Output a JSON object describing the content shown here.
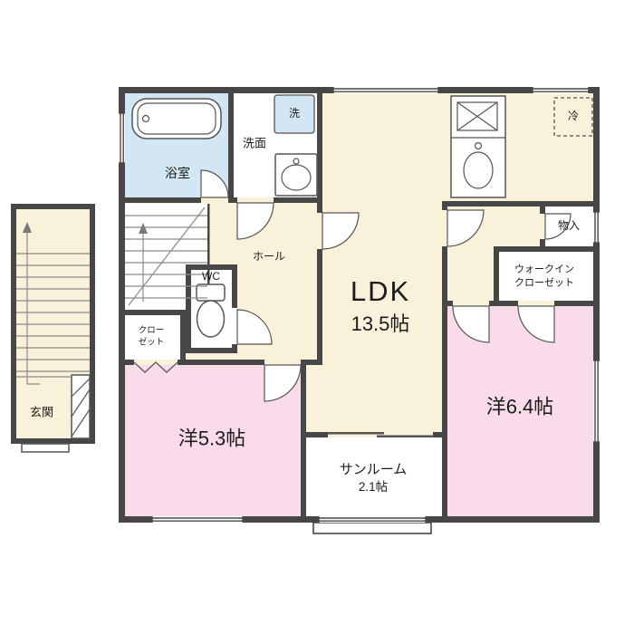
{
  "floorplan": {
    "labels": {
      "bath": "浴室",
      "washroom": "洗面",
      "washer": "洗",
      "fridge": "冷",
      "ldk_name": "LDK",
      "ldk_size": "13.5帖",
      "storage": "物入",
      "wic_line1": "ウォークイン",
      "wic_line2": "クローゼット",
      "bedroom_right": "洋6.4帖",
      "bedroom_left": "洋5.3帖",
      "sunroom_name": "サンルーム",
      "sunroom_size": "2.1帖",
      "wc": "WC",
      "hall": "ホール",
      "closet_line1": "クロー",
      "closet_line2": "ゼット",
      "entrance": "玄関"
    },
    "colors": {
      "wall": "#474747",
      "cream": "#faf1da",
      "pink": "#fadbe9",
      "blue": "#d2e7f3",
      "fixture": "#555555",
      "text": "#1c1c1c"
    }
  }
}
